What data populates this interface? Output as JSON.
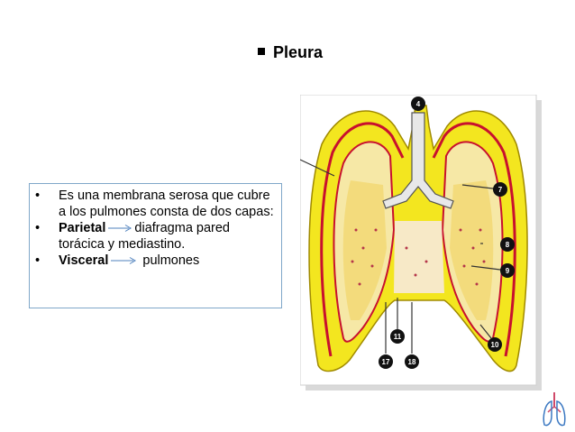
{
  "slide": {
    "title": "Pleura",
    "bullets": [
      {
        "text": "Es una membrana serosa que cubre a los pulmones consta de dos capas:"
      },
      {
        "bold": "Parietal",
        "rest": "diafragma pared torácica y mediastino."
      },
      {
        "bold": "Visceral",
        "rest": "pulmones"
      }
    ],
    "bullet_symbol": "•"
  },
  "figure": {
    "labels": [
      "4",
      "7",
      "8",
      "9",
      "10",
      "11",
      "17",
      "18"
    ]
  },
  "colors": {
    "pleura_yellow": "#f3e61f",
    "pleura_red": "#c8102e",
    "box_border": "#7fa7c9",
    "arrow": "#4f81bd"
  },
  "icons": [
    "square-bullet-icon",
    "arrow-right-icon",
    "lungs-icon"
  ]
}
